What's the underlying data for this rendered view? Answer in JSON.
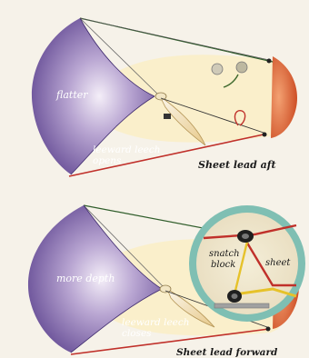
{
  "top_diagram": {
    "sail_label": "flatter",
    "leech_label_line1": "leeward leech",
    "leech_label_line2": "opens",
    "caption": "Sheet lead aft"
  },
  "bottom_diagram": {
    "sail_label": "more depth",
    "leech_label_line1": "leeward leech",
    "leech_label_line2": "closes",
    "caption": "Sheet lead forward",
    "inset": {
      "block_label_line1": "snatch",
      "block_label_line2": "block",
      "sheet_label": "sheet"
    }
  },
  "colors": {
    "sail": "#5b3f8f",
    "sail_light": "#efe8f5",
    "deck": "#fbeec8",
    "bow": "#d9501f",
    "sheet": "#c0302a",
    "stay": "#3f6a2e",
    "inset_ring": "#7fbfb3"
  }
}
